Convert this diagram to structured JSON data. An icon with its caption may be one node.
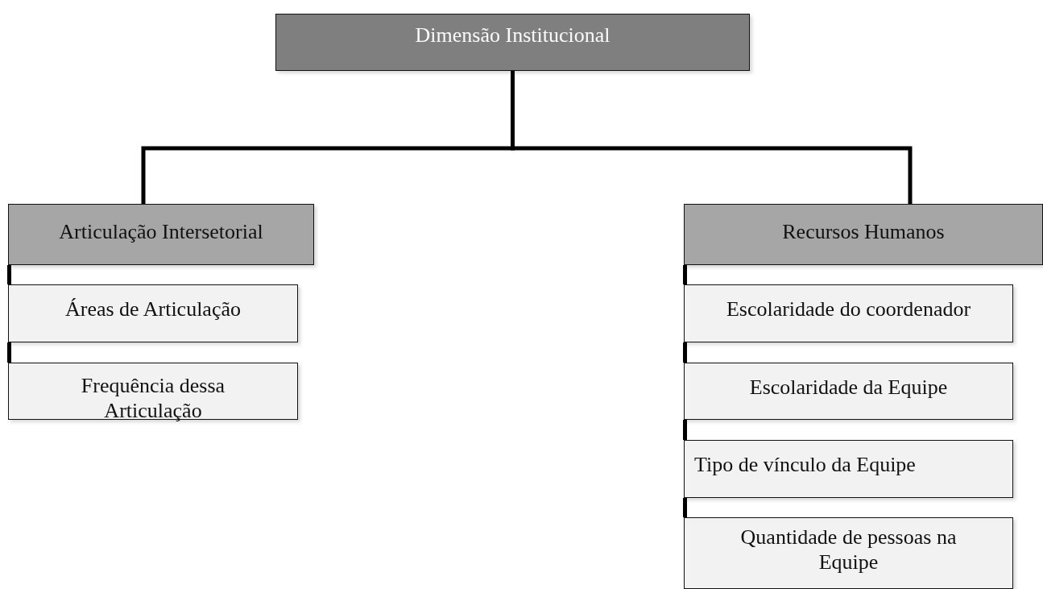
{
  "diagram": {
    "nodes": [
      {
        "text": [
          "Dimensão Institucional"
        ]
      },
      {
        "text": [
          "Articulação Intersetorial"
        ]
      },
      {
        "text": [
          "Recursos Humanos"
        ]
      },
      {
        "text": [
          "Áreas de Articulação"
        ]
      },
      {
        "text": [
          "Frequência dessa Articulação"
        ]
      },
      {
        "text": [
          "Escolaridade do coordenador"
        ]
      },
      {
        "text": [
          "Escolaridade da Equipe"
        ]
      },
      {
        "text": [
          "Tipo de vínculo da Equipe"
        ]
      },
      {
        "text": [
          "Quantidade de pessoas na Equipe"
        ]
      }
    ],
    "edges": [
      {
        "from": 0,
        "to": 1,
        "arrow": "none"
      },
      {
        "from": 0,
        "to": 2,
        "arrow": "none"
      },
      {
        "from": 1,
        "to": 3,
        "arrow": "none"
      },
      {
        "from": 3,
        "to": 4,
        "arrow": "none"
      },
      {
        "from": 2,
        "to": 5,
        "arrow": "none"
      },
      {
        "from": 5,
        "to": 6,
        "arrow": "none"
      },
      {
        "from": 6,
        "to": 7,
        "arrow": "none"
      },
      {
        "from": 7,
        "to": 8,
        "arrow": "none"
      }
    ]
  }
}
